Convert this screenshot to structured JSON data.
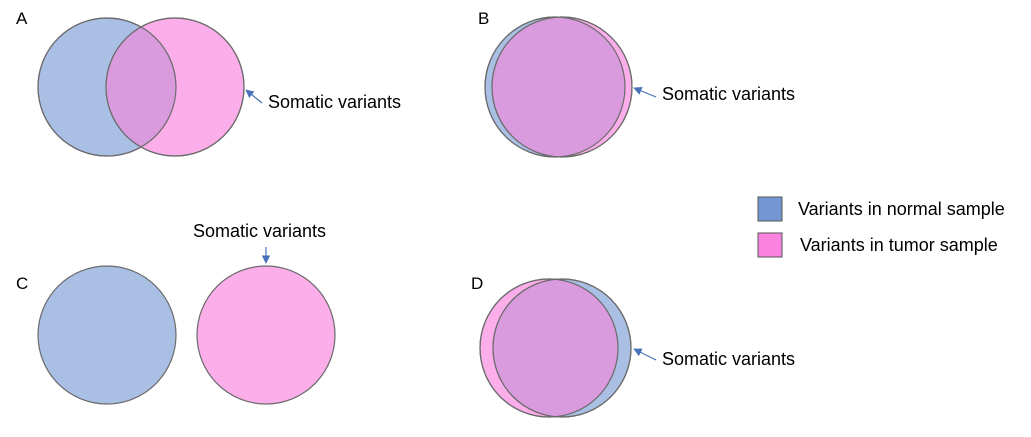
{
  "colors": {
    "normal": "#aabfe4",
    "tumor": "#fbaeea",
    "overlap": "#d99ade",
    "legend_normal": "#7497d4",
    "legend_tumor": "#fa83e0",
    "arrow": "#4a72b8",
    "outline": "#6b6b6b"
  },
  "panels": {
    "a": {
      "label": "A",
      "callout": "Somatic variants"
    },
    "b": {
      "label": "B",
      "callout": "Somatic variants"
    },
    "c": {
      "label": "C",
      "callout": "Somatic variants"
    },
    "d": {
      "label": "D",
      "callout": "Somatic variants"
    }
  },
  "legend": {
    "normal": "Variants in normal sample",
    "tumor": "Variants in tumor sample"
  }
}
